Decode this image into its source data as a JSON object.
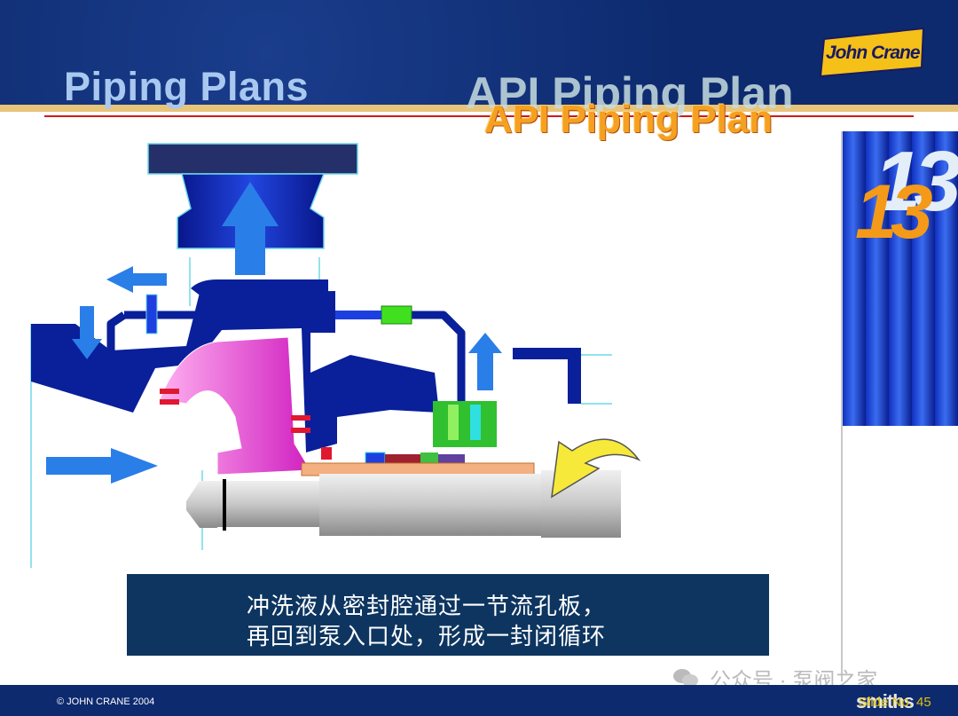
{
  "header": {
    "section_title": "Piping Plans",
    "plan_title_shadow": "API Piping Plan",
    "plan_title": "API Piping Plan",
    "logo_text": "John Crane"
  },
  "plan_panel": {
    "number_white": "13",
    "number_orange": "13"
  },
  "diagram": {
    "icons": [
      "pump-casing-icon",
      "discharge-flange-icon",
      "orifice-icon",
      "seal-icon",
      "shaft-icon",
      "rotation-arrow-icon"
    ],
    "colors": {
      "casing": "#0a1f9a",
      "impeller": "#e040d0",
      "orifice": "#40e020",
      "seal_gland": "#30c030",
      "shaft": "#c8c8c8",
      "sleeve": "#f4b080",
      "rotation_arrow": "#f7e93a",
      "flow_arrow": "#2a7ee8"
    }
  },
  "caption": {
    "line1": "冲洗液从密封腔通过一节流孔板，",
    "line2": "再回到泵入口处，形成一封闭循环"
  },
  "footer": {
    "copyright": "© JOHN CRANE 2004",
    "watermark": "公众号 · 泵阀之家",
    "brand": "smiths",
    "slide_no": "Slide No. 45"
  }
}
